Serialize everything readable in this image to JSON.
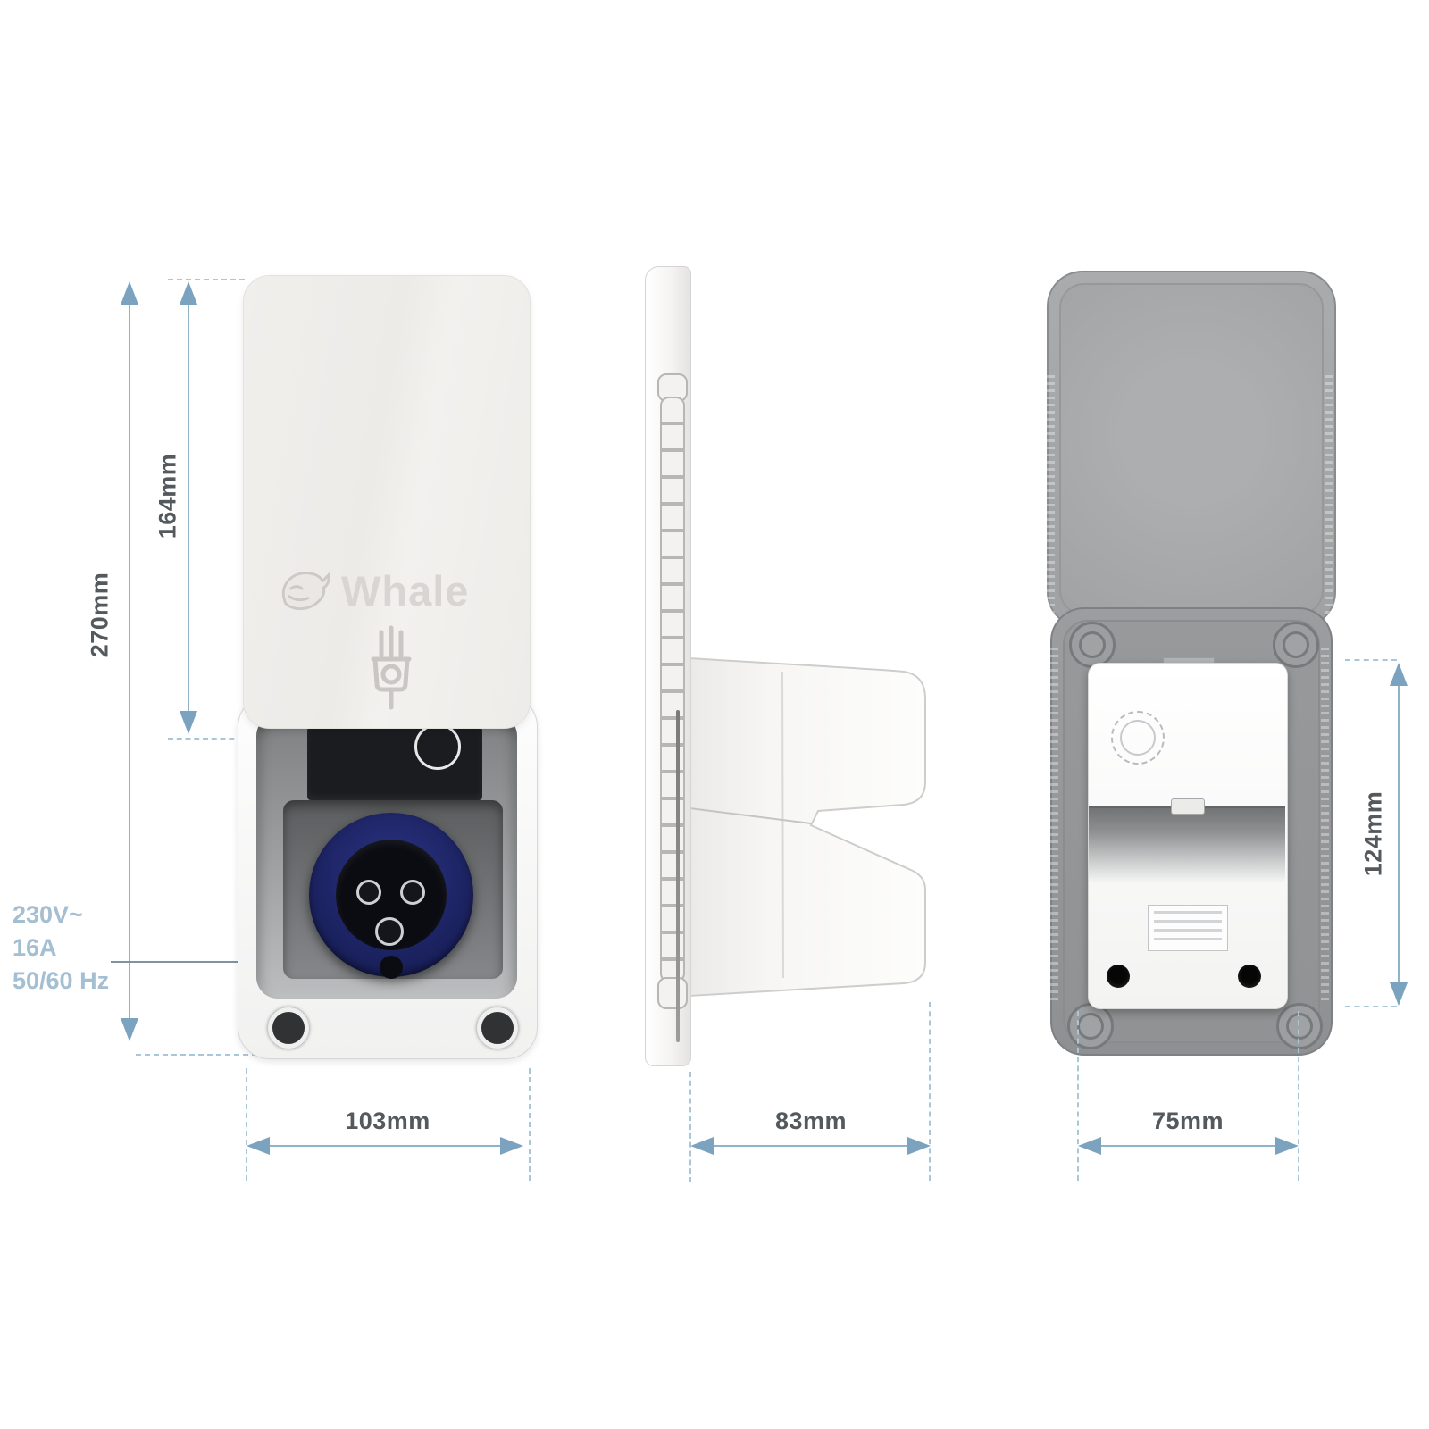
{
  "product_diagram": {
    "brand_logo": "Whale",
    "electrical_callout": {
      "lines": [
        "230V~",
        "16A",
        "50/60 Hz"
      ]
    },
    "views": {
      "front": {
        "height_total_label": "270mm",
        "cover_height_label": "164mm",
        "width_label": "103mm"
      },
      "side": {
        "depth_label": "83mm"
      },
      "back": {
        "unit_height_label": "124mm",
        "width_label": "75mm"
      }
    },
    "icons": {
      "whale_icon": "whale-silhouette",
      "plug_icon": "mains-plug"
    },
    "colors": {
      "dimension_line": "#8fb3c9",
      "dimension_arrow": "#7ba3bf",
      "extension_dash": "#a9c7da",
      "dimension_text": "#54595e",
      "callout_text": "#a4bed2",
      "cover_white": "#f0eeec",
      "housing_gray": "#a6a8aa",
      "socket_ring_blue": "#1d2464",
      "logo_gray": "#d8d5d2"
    }
  }
}
